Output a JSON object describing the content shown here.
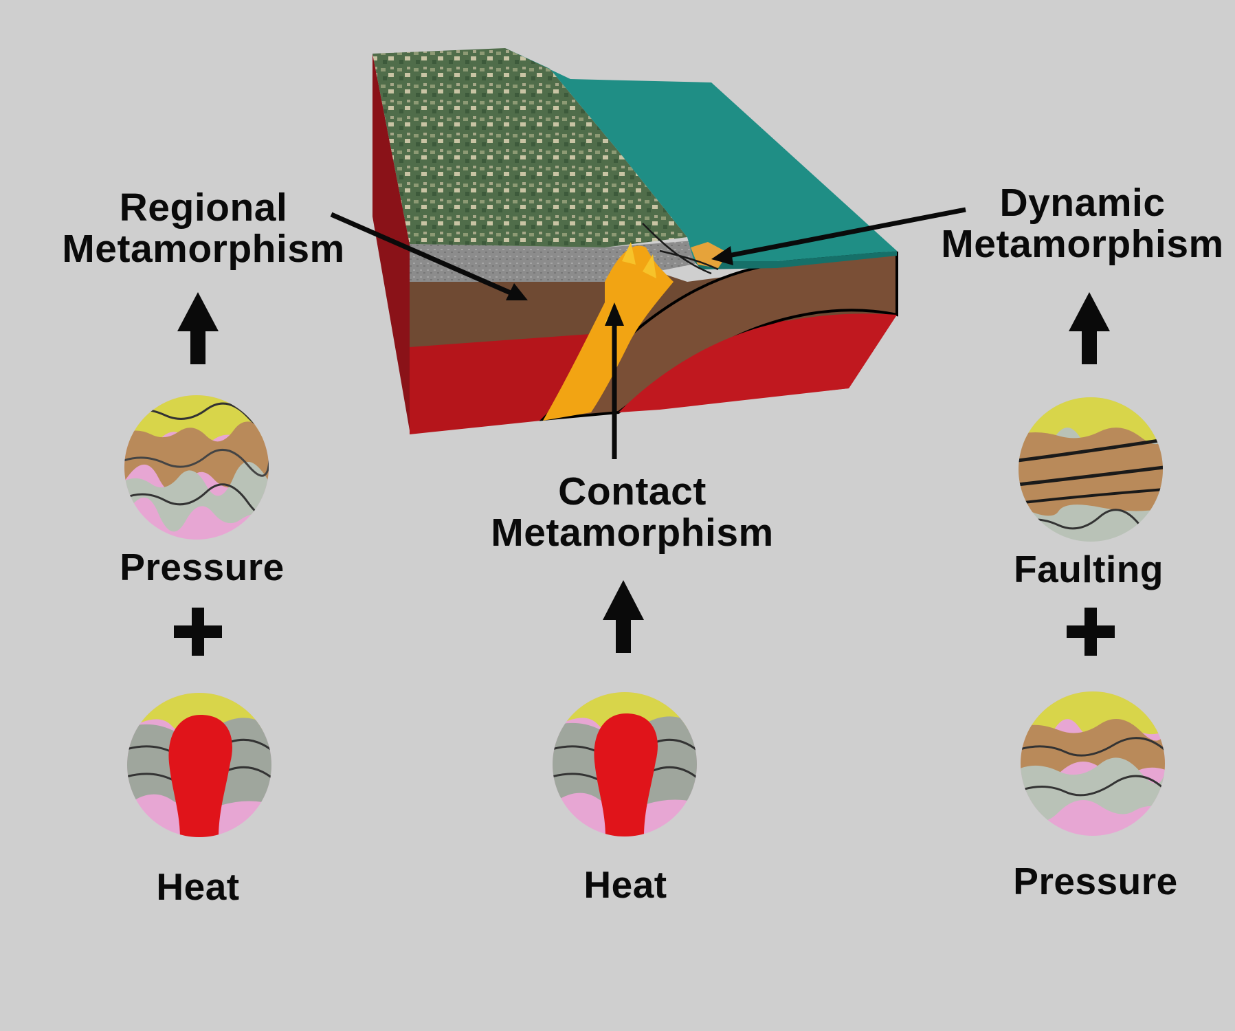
{
  "labels": {
    "regional": {
      "line1": "Regional",
      "line2": "Metamorphism"
    },
    "dynamic": {
      "line1": "Dynamic",
      "line2": "Metamorphism"
    },
    "contact": {
      "line1": "Contact",
      "line2": "Metamorphism"
    }
  },
  "captions": {
    "left_pressure": "Pressure",
    "left_heat": "Heat",
    "center_heat": "Heat",
    "right_faulting": "Faulting",
    "right_pressure": "Pressure"
  },
  "icons": {
    "folded_layers": "folded-rock-layers-icon",
    "intrusion": "magma-intrusion-icon",
    "fault": "faulted-rock-layers-icon",
    "block": "plate-boundary-block-diagram"
  },
  "colors": {
    "background": "#cfcfcf",
    "ocean": "#1f8f86",
    "land": "#4e6b48",
    "crust_gray": "#8f8f8f",
    "crust_brown": "#6e4a34",
    "mantle_red": "#b0141a",
    "magma": "#f2a413",
    "rock_yellow": "#d9d64b",
    "rock_tan": "#b98a5a",
    "rock_pink": "#e7a6d3"
  }
}
